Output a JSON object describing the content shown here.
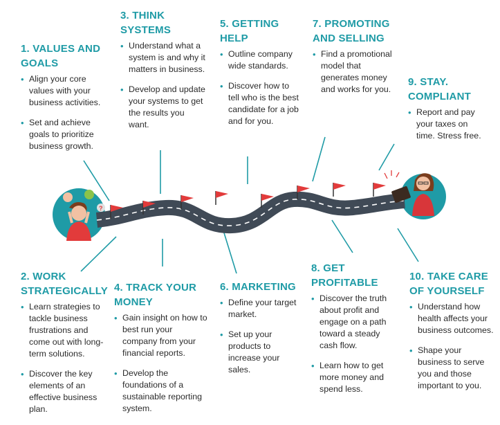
{
  "steps": [
    {
      "title": [
        "1. VALUES AND",
        "GOALS"
      ],
      "bullets": [
        "Align your core values with your business activities.",
        "Set and achieve goals to prioritize business growth."
      ]
    },
    {
      "title": [
        "2. WORK",
        "STRATEGICALLY"
      ],
      "bullets": [
        "Learn strategies to tackle business frustrations and come out with long-term solutions.",
        "Discover the key elements of an effective business plan."
      ]
    },
    {
      "title": [
        "3. THINK",
        "SYSTEMS"
      ],
      "bullets": [
        "Understand what a system is and why it matters in business.",
        "Develop and update your systems to get the results you want."
      ]
    },
    {
      "title": [
        "4. TRACK YOUR",
        "MONEY"
      ],
      "bullets": [
        "Gain insight on how to best run your company from your financial reports.",
        "Develop the foundations of a sustainable reporting system."
      ]
    },
    {
      "title": [
        "5. GETTING",
        "HELP"
      ],
      "bullets": [
        "Outline company wide standards.",
        "Discover how to tell who is the best candidate for a job and for you."
      ]
    },
    {
      "title": [
        "6. MARKETING"
      ],
      "bullets": [
        "Define your target market.",
        "Set up your products to increase your sales."
      ]
    },
    {
      "title": [
        "7. PROMOTING",
        "AND SELLING"
      ],
      "bullets": [
        "Find a promotional model that generates money and works for you."
      ]
    },
    {
      "title": [
        "8. GET",
        "PROFITABLE"
      ],
      "bullets": [
        "Discover the truth about profit and engage on a path toward a steady cash flow.",
        "Learn how to get more money and spend less."
      ]
    },
    {
      "title": [
        "9. STAY.",
        "COMPLIANT"
      ],
      "bullets": [
        "Report and pay your taxes on time. Stress free."
      ]
    },
    {
      "title": [
        "10. TAKE CARE",
        "OF YOURSELF"
      ],
      "bullets": [
        "Understand how health affects your business outcomes.",
        "Shape your business to serve you and those important to you."
      ]
    }
  ],
  "icons": {
    "stressed_person": "stressed-person-icon",
    "calm_person": "calm-person-icon",
    "flag": "flag-icon"
  },
  "colors": {
    "accent": "#1f9ba6",
    "text": "#2b2b2b",
    "road": "#404a56",
    "road_stripe": "#ffffff",
    "flag": "#e23b3b",
    "circle": "#1f9ba6"
  }
}
